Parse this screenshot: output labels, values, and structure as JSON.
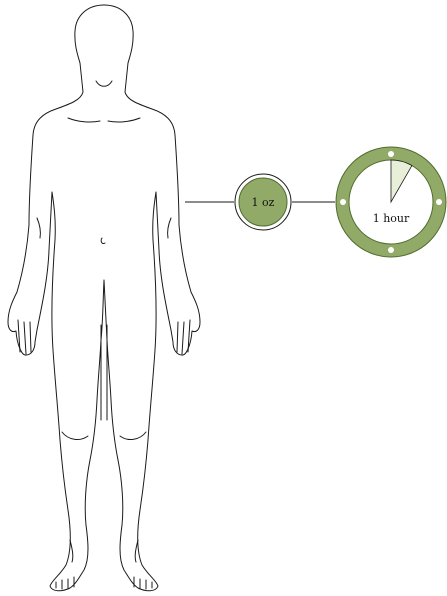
{
  "diagram": {
    "amount_label": "1 oz",
    "time_label": "1 hour",
    "clock_fraction": 0.083
  },
  "colors": {
    "ring_green": "#91aa67",
    "ring_green_dark": "#4f6d2e",
    "wedge_fill": "#e7efd9",
    "line": "#1a1a1a"
  }
}
